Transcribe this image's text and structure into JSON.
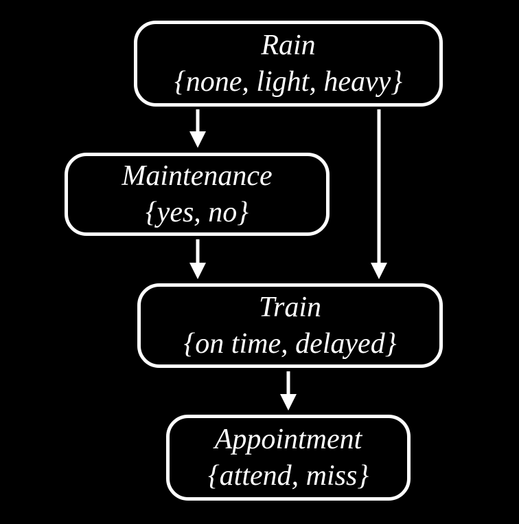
{
  "diagram": {
    "type": "bayesian-network",
    "nodes": {
      "rain": {
        "name": "Rain",
        "states": "{none, light, heavy}"
      },
      "maintenance": {
        "name": "Maintenance",
        "states": "{yes, no}"
      },
      "train": {
        "name": "Train",
        "states": "{on time, delayed}"
      },
      "appointment": {
        "name": "Appointment",
        "states": "{attend, miss}"
      }
    },
    "edges": [
      {
        "from": "Rain",
        "to": "Maintenance"
      },
      {
        "from": "Rain",
        "to": "Train"
      },
      {
        "from": "Maintenance",
        "to": "Train"
      },
      {
        "from": "Train",
        "to": "Appointment"
      }
    ],
    "colors": {
      "background": "#000000",
      "node_border": "#ffffff",
      "text": "#ffffff",
      "arrow": "#ffffff"
    }
  }
}
